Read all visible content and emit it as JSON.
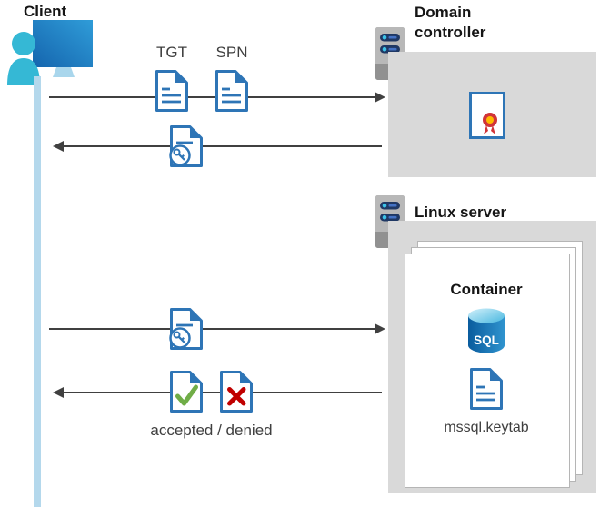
{
  "labels": {
    "client": "Client",
    "domain_controller": "Domain controller",
    "linux_server": "Linux server",
    "container": "Container",
    "tgt": "TGT",
    "spn": "SPN",
    "sql": "SQL",
    "keytab": "mssql.keytab",
    "accepted_denied": "accepted / denied"
  },
  "colors": {
    "document_blue": "#2e75b6",
    "person_teal": "#35b8d5",
    "lifeline_blue": "#b4d8ec",
    "box_gray": "#d9d9d9",
    "check_green": "#70ad47",
    "cross_red": "#c00000",
    "sql_blue": "#0a5c9e",
    "seal_red": "#d13438",
    "seal_yellow": "#ffb900",
    "arrow_gray": "#404040"
  }
}
